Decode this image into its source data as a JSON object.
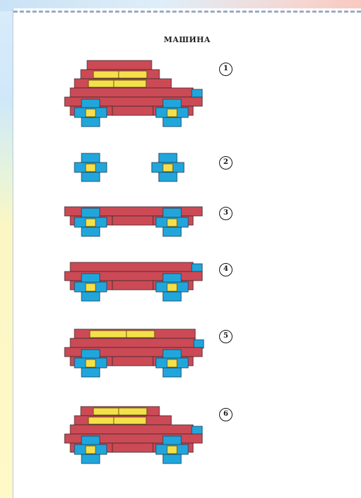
{
  "document": {
    "title": "МАШИНА",
    "steps": [
      "1",
      "2",
      "3",
      "4",
      "5",
      "6"
    ],
    "colors": {
      "red_brick": "#cc4a55",
      "blue_brick": "#21a6dc",
      "yellow_brick": "#f4e04a"
    }
  }
}
